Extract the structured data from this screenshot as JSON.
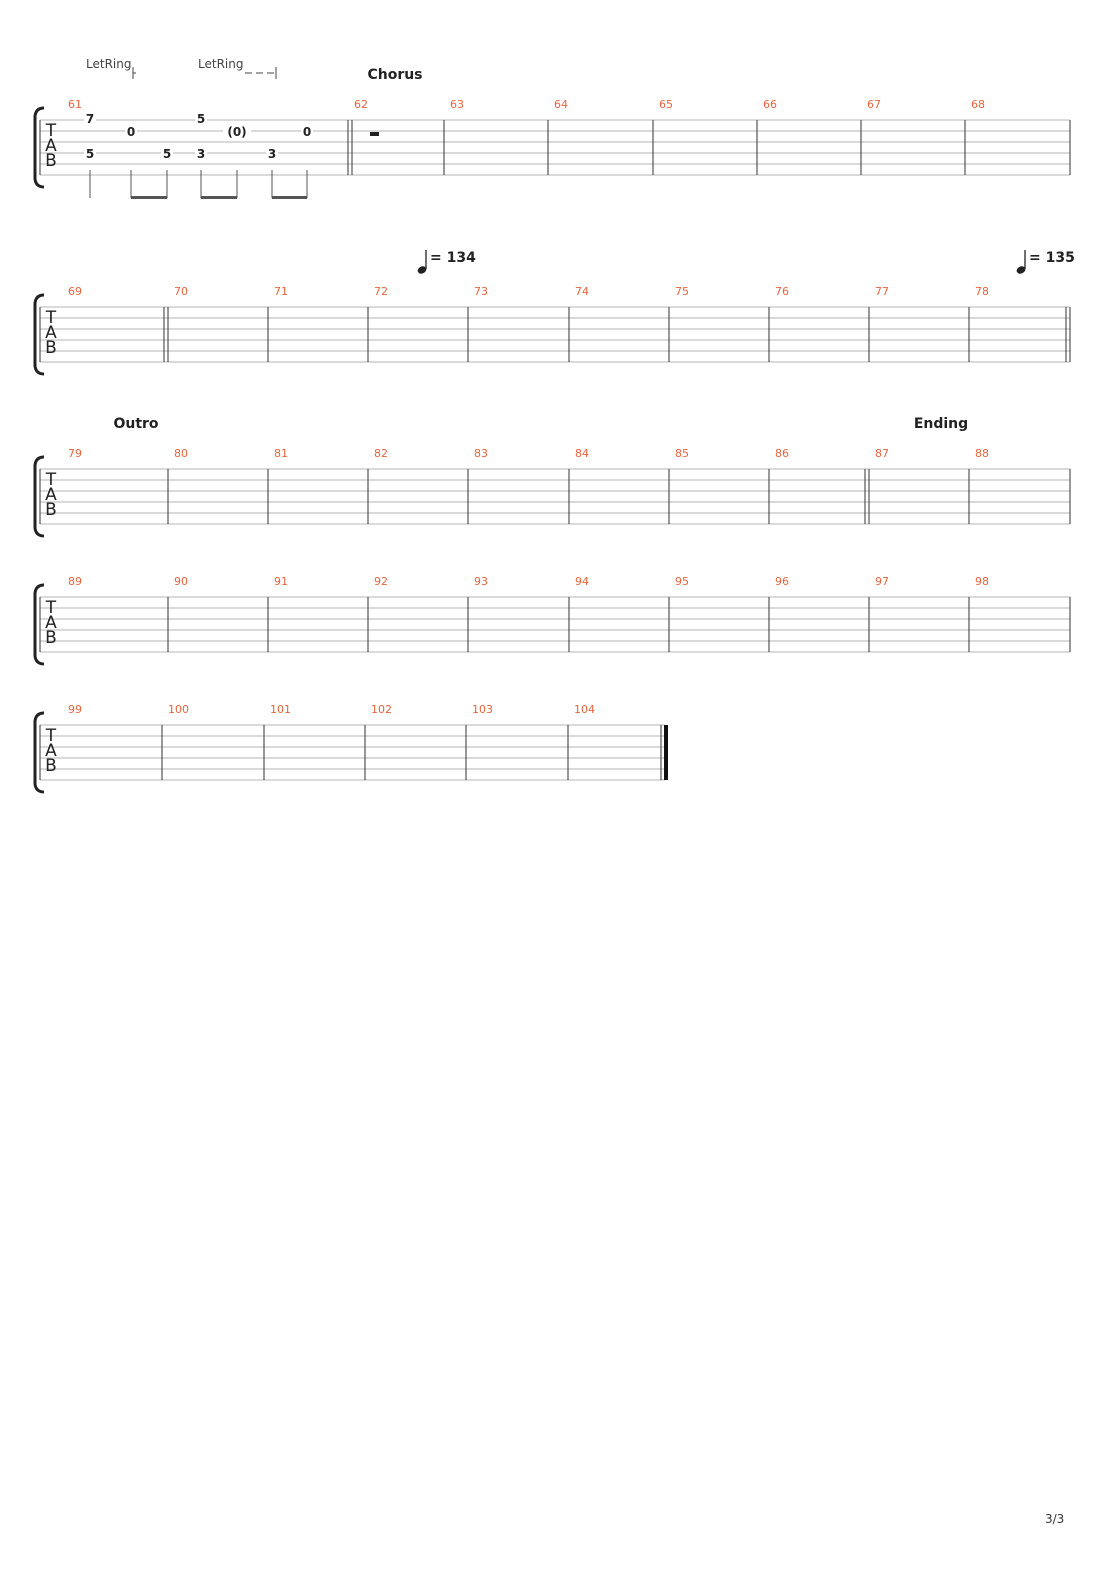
{
  "page_number": "3/3",
  "colors": {
    "measure_number": "#e8643c",
    "staff_line": "#b4b4b4",
    "barline": "#333333",
    "text": "#222222"
  },
  "tab_clef": [
    "T",
    "A",
    "B"
  ],
  "systems": [
    {
      "measures": [
        "61",
        "62",
        "63",
        "64",
        "65",
        "66",
        "67",
        "68"
      ],
      "sections": [
        {
          "label": "Chorus",
          "measure": "62"
        }
      ],
      "let_ring": [
        {
          "label": "LetRing",
          "measure": "61"
        },
        {
          "label": "LetRing",
          "measure": "61"
        }
      ],
      "notes": [
        {
          "measure": "61",
          "string": 1,
          "fret": "7"
        },
        {
          "measure": "61",
          "string": 2,
          "fret": "0"
        },
        {
          "measure": "61",
          "string": 1,
          "fret": "5"
        },
        {
          "measure": "61",
          "string": 2,
          "fret": "(0)"
        },
        {
          "measure": "61",
          "string": 2,
          "fret": "0"
        },
        {
          "measure": "61",
          "string": 4,
          "fret": "5"
        },
        {
          "measure": "61",
          "string": 4,
          "fret": "5"
        },
        {
          "measure": "61",
          "string": 4,
          "fret": "3"
        },
        {
          "measure": "61",
          "string": 4,
          "fret": "3"
        }
      ],
      "rests": [
        {
          "measure": "62",
          "type": "half"
        }
      ]
    },
    {
      "measures": [
        "69",
        "70",
        "71",
        "72",
        "73",
        "74",
        "75",
        "76",
        "77",
        "78"
      ],
      "tempos": [
        {
          "label": "= 134",
          "measure": "72"
        },
        {
          "label": "= 135",
          "measure": "78"
        }
      ]
    },
    {
      "measures": [
        "79",
        "80",
        "81",
        "82",
        "83",
        "84",
        "85",
        "86",
        "87",
        "88"
      ],
      "sections": [
        {
          "label": "Outro",
          "measure": "79"
        },
        {
          "label": "Ending",
          "measure": "87"
        }
      ]
    },
    {
      "measures": [
        "89",
        "90",
        "91",
        "92",
        "93",
        "94",
        "95",
        "96",
        "97",
        "98"
      ]
    },
    {
      "measures": [
        "99",
        "100",
        "101",
        "102",
        "103",
        "104"
      ]
    }
  ]
}
